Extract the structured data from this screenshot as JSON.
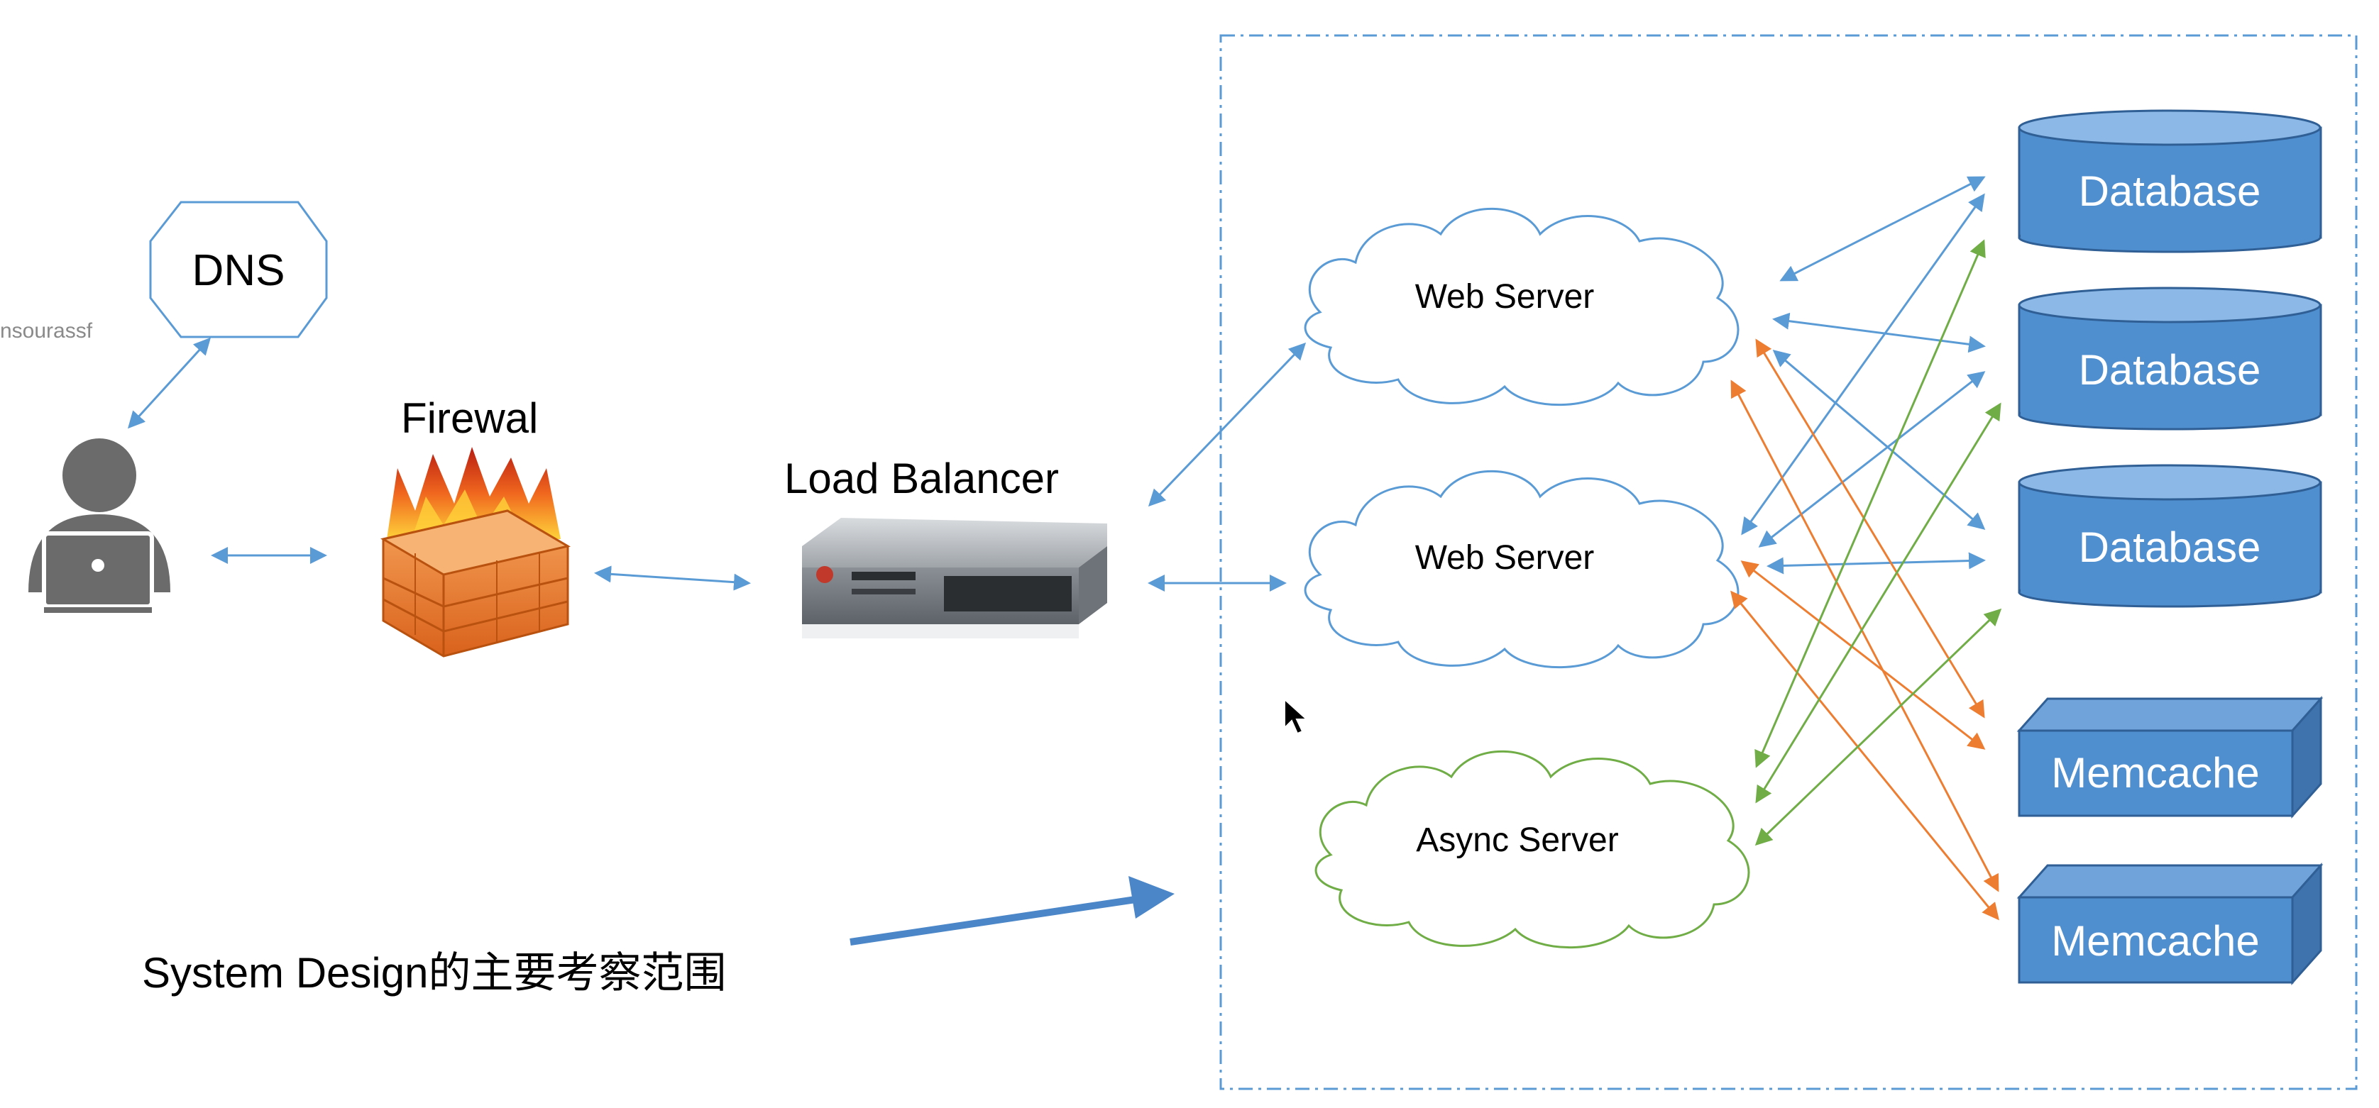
{
  "labels": {
    "dns": "DNS",
    "watermark": "nsourassf",
    "firewall": "Firewal",
    "load_balancer": "Load Balancer",
    "web_server_1": "Web Server",
    "web_server_2": "Web Server",
    "async_server": "Async Server",
    "database_1": "Database",
    "database_2": "Database",
    "database_3": "Database",
    "memcache_1": "Memcache",
    "memcache_2": "Memcache",
    "caption": "System Design的主要考察范围"
  },
  "colors": {
    "blue_arrow": "#5b9bd5",
    "green_arrow": "#70ad47",
    "orange_arrow": "#ed7d31",
    "storage_fill": "#4f8fd0",
    "storage_top": "#8bb8e6",
    "storage_stroke": "#2f5f95",
    "boundary": "#5b9bd5",
    "person": "#6b6b6b",
    "big_arrow": "#4a86c8"
  },
  "icons": {
    "user": "person-with-laptop-icon",
    "firewall": "brick-wall-fire-icon",
    "load_balancer": "network-switch-icon",
    "cursor": "mouse-pointer-icon"
  }
}
